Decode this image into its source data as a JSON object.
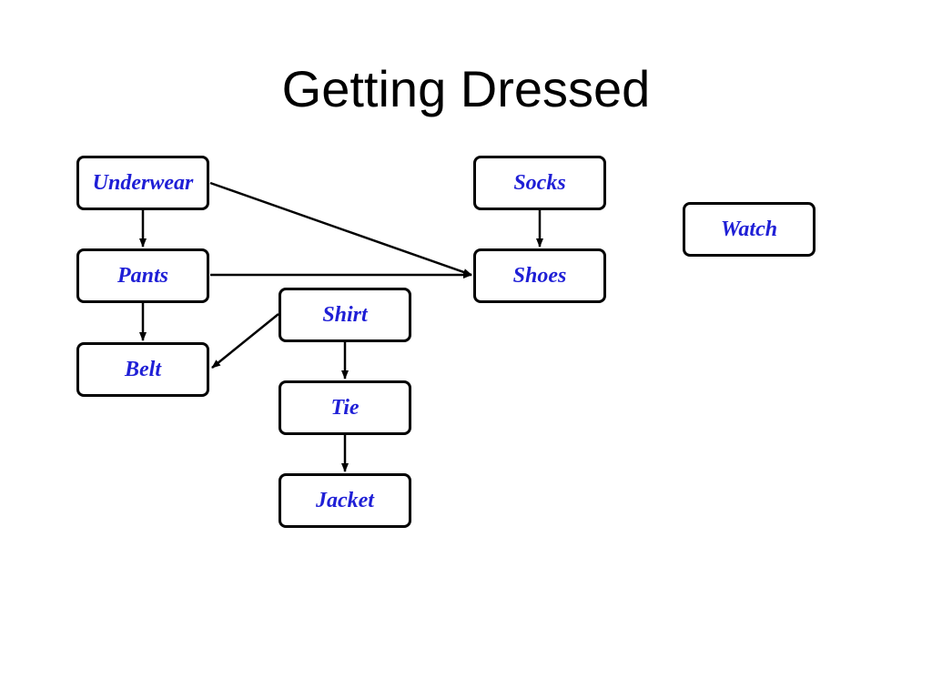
{
  "title": "Getting Dressed",
  "node_color": "#1f1fd6",
  "nodes": {
    "underwear": "Underwear",
    "pants": "Pants",
    "belt": "Belt",
    "shirt": "Shirt",
    "tie": "Tie",
    "jacket": "Jacket",
    "socks": "Socks",
    "shoes": "Shoes",
    "watch": "Watch"
  },
  "edges": [
    {
      "from": "underwear",
      "to": "pants"
    },
    {
      "from": "underwear",
      "to": "shoes"
    },
    {
      "from": "pants",
      "to": "shoes"
    },
    {
      "from": "pants",
      "to": "belt"
    },
    {
      "from": "shirt",
      "to": "belt"
    },
    {
      "from": "shirt",
      "to": "tie"
    },
    {
      "from": "tie",
      "to": "jacket"
    },
    {
      "from": "socks",
      "to": "shoes"
    }
  ]
}
